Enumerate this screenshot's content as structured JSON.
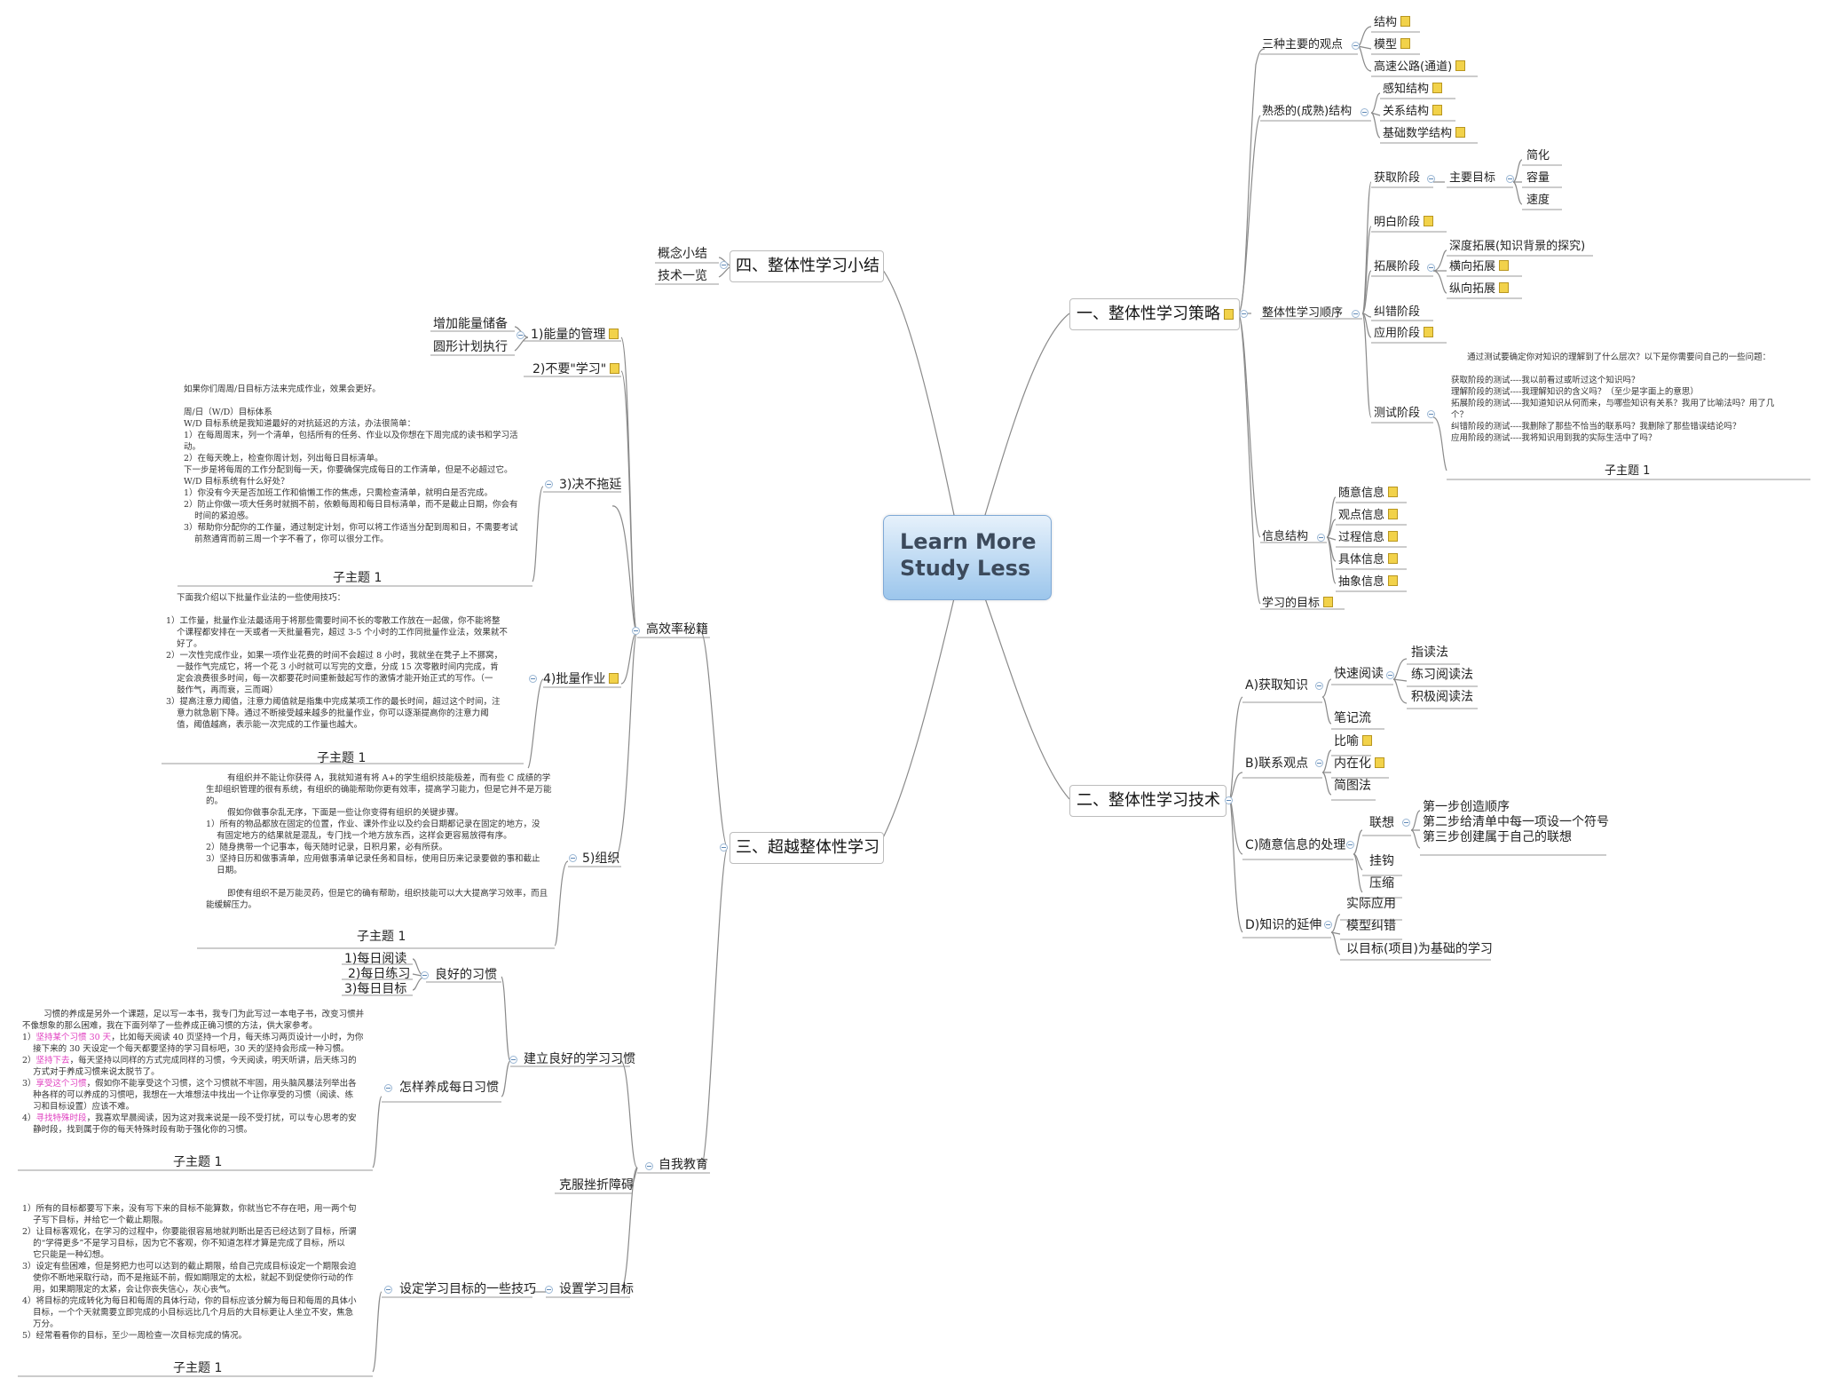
{
  "central": {
    "line1": "Learn More",
    "line2": "Study Less"
  },
  "right_top": {
    "title": "一、整体性学习策略",
    "views": {
      "label": "三种主要的观点",
      "items": [
        "结构",
        "模型",
        "高速公路(通道)"
      ]
    },
    "mature": {
      "label": "熟悉的(成熟)结构",
      "items": [
        "感知结构",
        "关系结构",
        "基础数学结构"
      ]
    },
    "order": {
      "label": "整体性学习顺序",
      "acquire": {
        "label": "获取阶段",
        "goal": "主要目标",
        "goal_items": [
          "简化",
          "容量",
          "速度"
        ]
      },
      "understand": "明白阶段",
      "expand": {
        "label": "拓展阶段",
        "items": [
          "深度拓展(知识背景的探究)",
          "横向拓展",
          "纵向拓展"
        ]
      },
      "correct": "纠错阶段",
      "apply": "应用阶段",
      "test": {
        "label": "测试阶段",
        "lines": [
          "      通过测试要确定你对知识的理解到了什么层次？以下是你需要问自己的一些问题：",
          "",
          "获取阶段的测试----我以前看过或听过这个知识吗？",
          "理解阶段的测试----我理解知识的含义吗？（至少是字面上的意思）",
          "拓展阶段的测试----我知道知识从何而来，与哪些知识有关系？我用了比喻法吗？用了几",
          "个？",
          "纠错阶段的测试----我删除了那些不恰当的联系吗？我删除了那些错误结论吗？",
          "应用阶段的测试----我将知识用到我的实际生活中了吗？"
        ],
        "subtopic": "子主题 1"
      }
    },
    "info": {
      "label": "信息结构",
      "items": [
        "随意信息",
        "观点信息",
        "过程信息",
        "具体信息",
        "抽象信息"
      ]
    },
    "goal": "学习的目标"
  },
  "right_bottom": {
    "title": "二、整体性学习技术",
    "a": {
      "label": "A)获取知识",
      "fast": "快速阅读",
      "fast_items": [
        "指读法",
        "练习阅读法",
        "积极阅读法"
      ],
      "notes": "笔记流"
    },
    "b": {
      "label": "B)联系观点",
      "items": [
        "比喻",
        "内在化",
        "简图法"
      ]
    },
    "c": {
      "label": "C)随意信息的处理",
      "assoc": "联想",
      "assoc_items": [
        "第一步创造顺序",
        "第二步给清单中每一项设一个符号",
        "第三步创建属于自己的联想"
      ],
      "others": [
        "挂钩",
        "压缩"
      ]
    },
    "d": {
      "label": "D)知识的延伸",
      "items": [
        "实际应用",
        "模型纠错",
        "以目标(项目)为基础的学习"
      ]
    }
  },
  "left_top": {
    "title": "四、整体性学习小结",
    "items": [
      "概念小结",
      "技术一览"
    ]
  },
  "left_bottom": {
    "title": "三、超越整体性学习",
    "efficiency": {
      "label": "高效率秘籍",
      "energy": {
        "label": "1)能量的管理",
        "items": [
          "增加能量储备",
          "圆形计划执行"
        ]
      },
      "no_learn": "2)不要\"学习\"",
      "procrast": {
        "label": "3)决不拖延",
        "lines": [
          "如果你们周周/日目标方法来完成作业，效果会更好。",
          "",
          "周/日（W/D）目标体系",
          "W/D 目标系统是我知道最好的对抗延迟的方法，办法很简单：",
          "1）在每周周末，列一个清单，包括所有的任务、作业以及你想在下周完成的读书和学习活",
          "动。",
          "2）在每天晚上，检查你周计划，列出每日目标清单。",
          "下一步是将每周的工作分配到每一天，你要确保完成每日的工作清单，但是不必超过它。",
          "W/D 目标系统有什么好处？",
          "1）你没有今天是否加班工作和偷懒工作的焦虑，只需检查清单，就明白是否完成。",
          "2）防止你做一项大任务时就搁不前，依赖每周和每日目标清单，而不是截止日期，你会有",
          "    时间的紧迫感。",
          "3）帮助你分配你的工作量，通过制定计划，你可以将工作适当分配到周和日，不需要考试",
          "    前熬通宵而前三周一个字不看了，你可以很分工作。"
        ],
        "subtopic": "子主题 1"
      },
      "batch": {
        "label": "4)批量作业",
        "lines": [
          "    下面我介绍以下批量作业法的一些使用技巧：",
          "",
          "1）工作量，批量作业法最适用于将那些需要时间不长的零散工作放在一起做，你不能将整",
          "    个课程都安排在一天或者一天批量看完，超过 3-5 个小时的工作同批量作业法，效果就不",
          "    好了。",
          "2）一次性完成作业，如果一项作业花费的时间不会超过 8 小时，我就坐在凳子上不挪窝，",
          "    一鼓作气完成它，将一个花 3 小时就可以写完的文章，分成 15 次零散时间内完成，肯",
          "    定会浪费很多时间，每一次都要花时间重新鼓起写作的激情才能开始正式的写作。（一",
          "    鼓作气，再而衰，三而竭）",
          "3）提高注意力阈值，注意力阈值就是指集中完成某项工作的最长时间，超过这个时间，注",
          "    意力就急剧下降。通过不断接受越来越多的批量作业，你可以逐渐提高你的注意力阈",
          "    值，阈值越高，表示能一次完成的工作量也越大。"
        ],
        "subtopic": "子主题 1"
      },
      "organize": {
        "label": "5)组织",
        "lines": [
          "        有组织并不能让你获得 A，我就知道有将 A+的学生组织技能极差，而有些 C 成绩的学",
          "生却组织管理的很有系统，有组织的确能帮助你更有效率，提高学习能力，但是它并不是万能",
          "的。",
          "        假如你做事杂乱无序，下面是一些让你变得有组织的关键步骤。",
          "1）所有的物品都放在固定的位置，作业、课外作业以及约会日期都记录在固定的地方，没",
          "    有固定地方的结果就是混乱，专门找一个地方放东西，这样会更容易放得有序。",
          "2）随身携带一个记事本，每天随时记录，日积月累，必有所获。",
          "3）坚持日历和做事清单，应用做事清单记录任务和目标，使用日历来记录要做的事和截止",
          "    日期。",
          "",
          "        即使有组织不是万能灵药，但是它的确有帮助，组织技能可以大大提高学习效率，而且",
          "能缓解压力。"
        ],
        "subtopic": "子主题 1"
      }
    },
    "self": {
      "label": "自我教育",
      "habit": {
        "label": "建立良好的学习习惯",
        "good": {
          "label": "良好的习惯",
          "items": [
            "1)每日阅读",
            "2)每日练习",
            "3)每日目标"
          ]
        },
        "how": {
          "label": "怎样养成每日习惯",
          "lines": [
            [
              {
                "t": "        习惯的养成是另外一个课题，足以写一本书，我专门为此写过一本电子书，改变习惯并"
              }
            ],
            [
              {
                "t": "不像想象的那么困难，我在下面列举了一些养成正确习惯的方法，供大家参考。"
              }
            ],
            [
              {
                "t": "1）"
              },
              {
                "t": "坚持某个习惯 30 天",
                "pink": true
              },
              {
                "t": "，比如每天阅读 40 页坚持一个月，每天练习两页设计一小时，为你"
              }
            ],
            [
              {
                "t": "    接下来的 30 天设定一个每天都要坚持的学习目标吧，30 天的坚持会形成一种习惯。"
              }
            ],
            [
              {
                "t": "2）"
              },
              {
                "t": "坚持下去",
                "pink": true
              },
              {
                "t": "，每天坚持以同样的方式完成同样的习惯，今天阅读，明天听讲，后天练习的"
              }
            ],
            [
              {
                "t": "    方式对于养成习惯来说太脱节了。"
              }
            ],
            [
              {
                "t": "3）"
              },
              {
                "t": "享受这个习惯",
                "pink": true
              },
              {
                "t": "，假如你不能享受这个习惯，这个习惯就不牢固，用头脑风暴法列举出各"
              }
            ],
            [
              {
                "t": "    种各样的可以养成的习惯吧，我想在一大堆想法中找出一个让你享受的习惯（阅读、练"
              }
            ],
            [
              {
                "t": "    习和目标设置）应该不难。"
              }
            ],
            [
              {
                "t": "4）"
              },
              {
                "t": "寻找特殊时段",
                "pink": true
              },
              {
                "t": "，我喜欢早晨阅读，因为这对我来说是一段不受打扰，可以专心思考的安"
              }
            ],
            [
              {
                "t": "    静时段，找到属于你的每天特殊时段有助于强化你的习惯。"
              }
            ]
          ],
          "subtopic": "子主题 1"
        }
      },
      "overcome": "克服挫折障碍",
      "goals": {
        "label": "设置学习目标",
        "tips": {
          "label": "设定学习目标的一些技巧",
          "lines": [
            "1）所有的目标都要写下来，没有写下来的目标不能算数，你就当它不存在吧，用一两个句",
            "    子写下目标，并给它一个截止期限。",
            "2）让目标客观化，在学习的过程中，你要能很容易地就判断出是否已经达到了目标，所谓",
            "    的“学得更多”不是学习目标，因为它不客观，你不知道怎样才算是完成了目标，所以",
            "    它只能是一种幻想。",
            "3）设定有些困难，但是努把力也可以达到的截止期限，给自己完成目标设定一个期限会迫",
            "    使你不断地采取行动，而不是拖延不前，假如期限定的太松，就起不到促使你行动的作",
            "    用，如果期限定的太紧，会让你丧失信心，灰心丧气。",
            "4）将目标的完成转化为每日和每周的具体行动，你的目标应该分解为每日和每周的具体小",
            "    目标，一个个天就需要立即完成的小目标远比几个月后的大目标更让人坐立不安，焦急",
            "    万分。",
            "5）经常看看你的目标，至少一周检查一次目标完成的情况。"
          ],
          "subtopic": "子主题 1"
        }
      }
    }
  }
}
